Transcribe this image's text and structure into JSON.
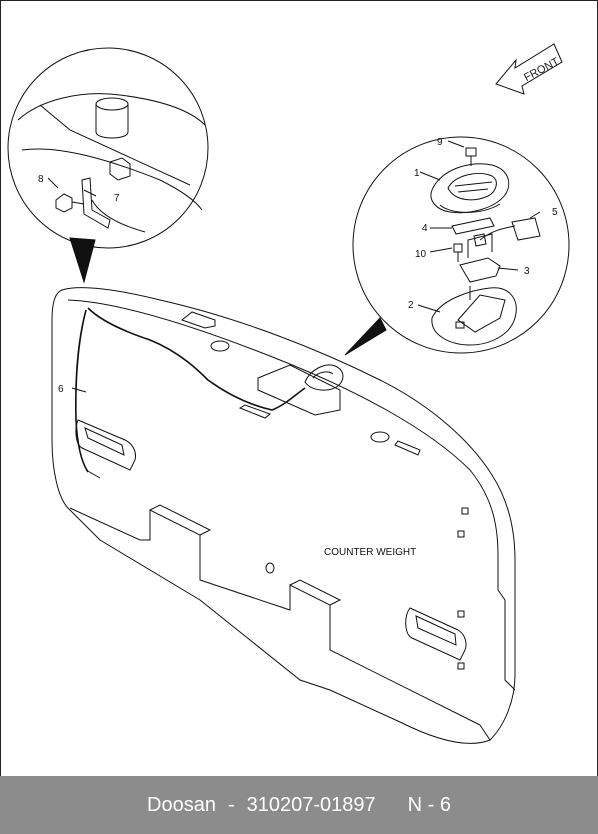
{
  "diagram": {
    "part_labels": [
      "1",
      "2",
      "3",
      "4",
      "5",
      "6",
      "7",
      "8",
      "9",
      "10"
    ],
    "front_label": "FRONT",
    "counterweight_label": "COUNTER WEIGHT"
  },
  "footer": {
    "brand": "Doosan",
    "separator": "-",
    "part_number": "310207-01897",
    "code": "N - 6"
  }
}
